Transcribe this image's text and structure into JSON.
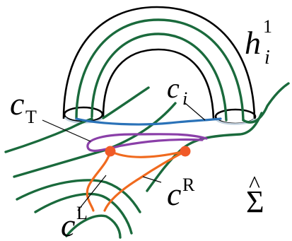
{
  "labels": {
    "handle_main": "h",
    "handle_sup": "1",
    "handle_sub": "i",
    "ci_main": "c",
    "ci_sub": "i",
    "cT_main": "c",
    "cT_sub": "T",
    "cL_main": "c",
    "cL_sup": "L",
    "cR_main": "c",
    "cR_sup": "R",
    "surface": "Σ",
    "surface_hat": "^"
  },
  "colors": {
    "green_curve": "#1a6a3c",
    "handle_outline": "#000000",
    "light_disc": "#c9d7e3",
    "blue_curve": "#2a72b8",
    "purple_curve": "#8a3fa8",
    "orange_curve": "#f06a1e",
    "orange_point": "#f05a28"
  }
}
